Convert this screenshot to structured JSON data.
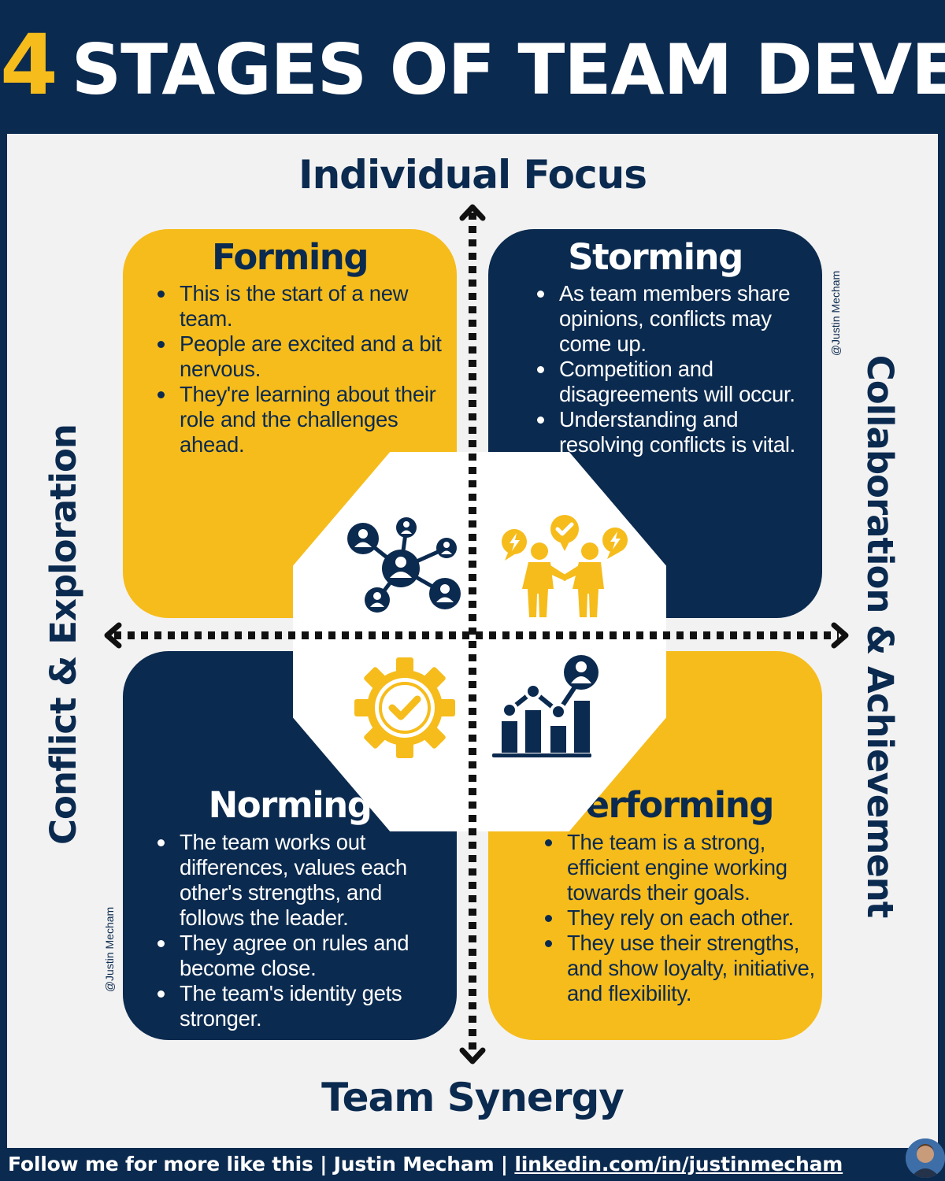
{
  "header": {
    "title_number": "4",
    "title_text": "STAGES OF TEAM DEVELOPMENT"
  },
  "axes": {
    "top": "Individual Focus",
    "bottom": "Team Synergy",
    "left": "Conflict & Exploration",
    "right": "Collaboration & Achievement"
  },
  "stages": {
    "forming": {
      "title": "Forming",
      "bullets": [
        "This is the start of a new team.",
        "People are excited and a bit nervous.",
        "They're learning about their role and the challenges ahead."
      ]
    },
    "storming": {
      "title": "Storming",
      "bullets": [
        "As team members share opinions, conflicts may come up.",
        "Competition and disagreements will occur.",
        "Understanding and resolving conflicts is vital."
      ]
    },
    "norming": {
      "title": "Norming",
      "bullets": [
        "The team works out differences, values each other's strengths, and follows the leader.",
        "They agree on rules and become close.",
        "The team's identity gets stronger."
      ]
    },
    "performing": {
      "title": "Performing",
      "bullets": [
        "The team is a strong, efficient engine working towards their goals.",
        "They rely on each other.",
        "They use their strengths, and show loyalty, initiative, and flexibility."
      ]
    }
  },
  "watermark": "@Justin Mecham",
  "footer": {
    "text": "Follow me for more like this | Justin Mecham | ",
    "link": "linkedin.com/in/justinmecham"
  },
  "icons": {
    "forming": "network-icon",
    "storming": "team-conflict-icon",
    "norming": "gear-check-icon",
    "performing": "growth-chart-icon"
  },
  "colors": {
    "navy": "#0b2a4f",
    "yellow": "#f6bc1b",
    "background": "#f2f2f2"
  }
}
